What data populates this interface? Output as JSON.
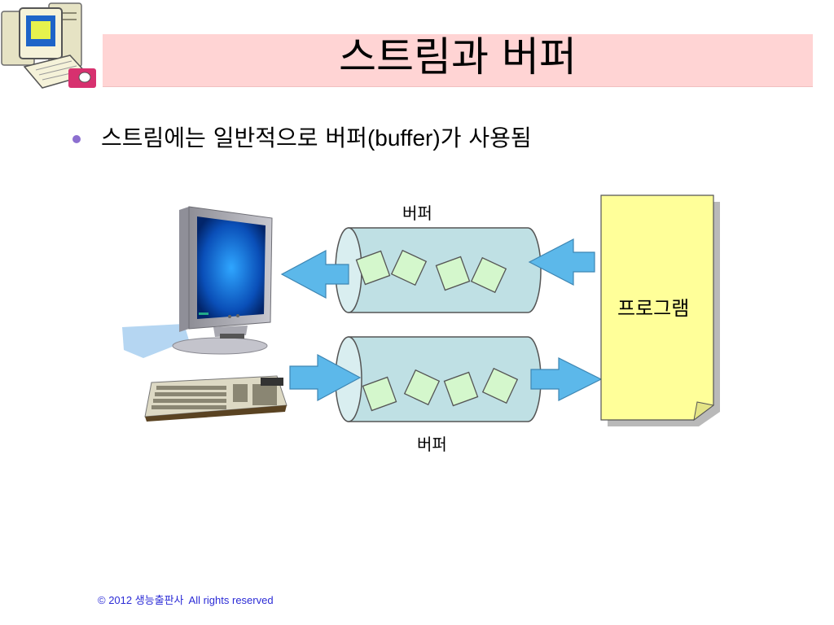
{
  "slide": {
    "title": "스트림과 버퍼",
    "bullet_prefix": "스트림에는 일반적으로 버퍼",
    "bullet_latin": "(buffer)",
    "bullet_suffix": "가 사용됨"
  },
  "diagram": {
    "buffer_top_label": "버퍼",
    "buffer_bottom_label": "버퍼",
    "program_label": "프로그램",
    "buffer_top_block_count": 4,
    "buffer_bottom_block_count": 4
  },
  "footer": {
    "copyright": "© 2012 생능출판사",
    "rights": "All rights reserved"
  },
  "colors": {
    "title_band": "#ffd4d4",
    "bullet": "#8c6fd0",
    "buffer_fill": "#bfe0e4",
    "block_fill": "#d4f7cc",
    "arrow_fill": "#5cb8ea",
    "program_fill": "#ffff99",
    "footer_text": "#2b2bd6"
  },
  "icons": [
    "computer-clipart-icon",
    "desktop-computer-icon",
    "keyboard-icon",
    "arrow-icon",
    "document-icon"
  ]
}
